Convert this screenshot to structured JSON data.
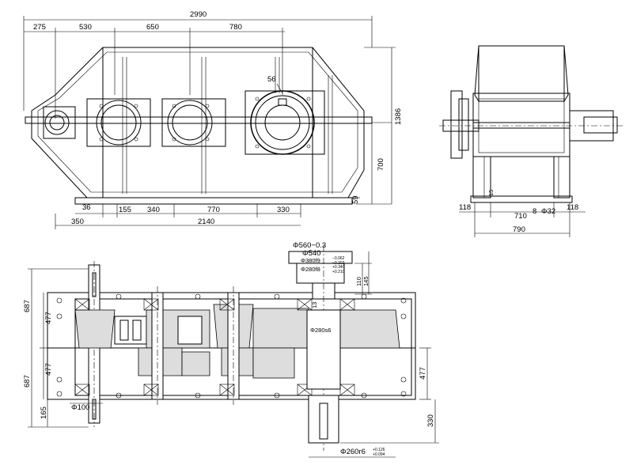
{
  "front_view": {
    "dims_top": {
      "total": "2990",
      "d275": "275",
      "d530": "530",
      "d650": "650",
      "d780": "780"
    },
    "dims_right": {
      "h1386": "1386",
      "h700": "700",
      "h59": "59"
    },
    "label_56": "56",
    "dims_bottom": {
      "d36": "36",
      "d155": "155",
      "d340": "340",
      "d770": "770",
      "d330": "330",
      "d350": "350",
      "d2140": "2140"
    }
  },
  "side_view": {
    "d15": "15",
    "d118_left": "118",
    "d710": "710",
    "d8": "8",
    "phi32": "Φ32",
    "d118_right": "118",
    "d790": "790"
  },
  "top_view": {
    "phi560": "Φ560−0.3",
    "phi540": "Φ540",
    "phi380": "Φ380f9",
    "phi380_tol_up": "−0.062",
    "phi380_tol_lo": "−0.202",
    "phi280": "Φ280f8",
    "phi280_tol_up": "+0.340",
    "phi280_tol_lo": "+0.210",
    "d110": "110",
    "d145": "145",
    "d13": "13",
    "phi280s6": "Φ280s6",
    "d687_top": "687",
    "d477_top": "477",
    "d477_mid": "477",
    "d687_bottom": "687",
    "d165": "165",
    "phi100": "Φ100",
    "d477_right": "477",
    "d330": "330",
    "phi260": "Φ260r6",
    "phi260_tol_up": "+0.126",
    "phi260_tol_lo": "+0.094"
  }
}
